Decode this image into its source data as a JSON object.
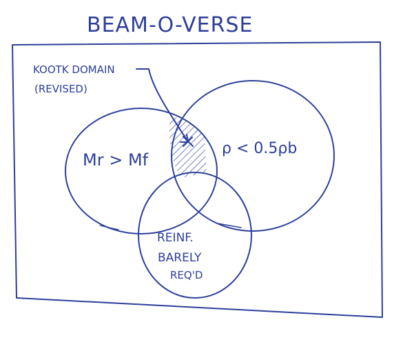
{
  "title": "BEAM-O-VERSE",
  "annotation": {
    "line1": "KOOTK DOMAIN",
    "line2": "(REVISED)"
  },
  "sets": [
    {
      "label": "Mr > Mf"
    },
    {
      "label": "ρ < 0.5ρb"
    },
    {
      "label_lines": [
        "REINF.",
        "BARELY",
        "REQ'D"
      ]
    }
  ],
  "colors": {
    "ink": "#2c3e9a",
    "paper": "#ffffff"
  }
}
